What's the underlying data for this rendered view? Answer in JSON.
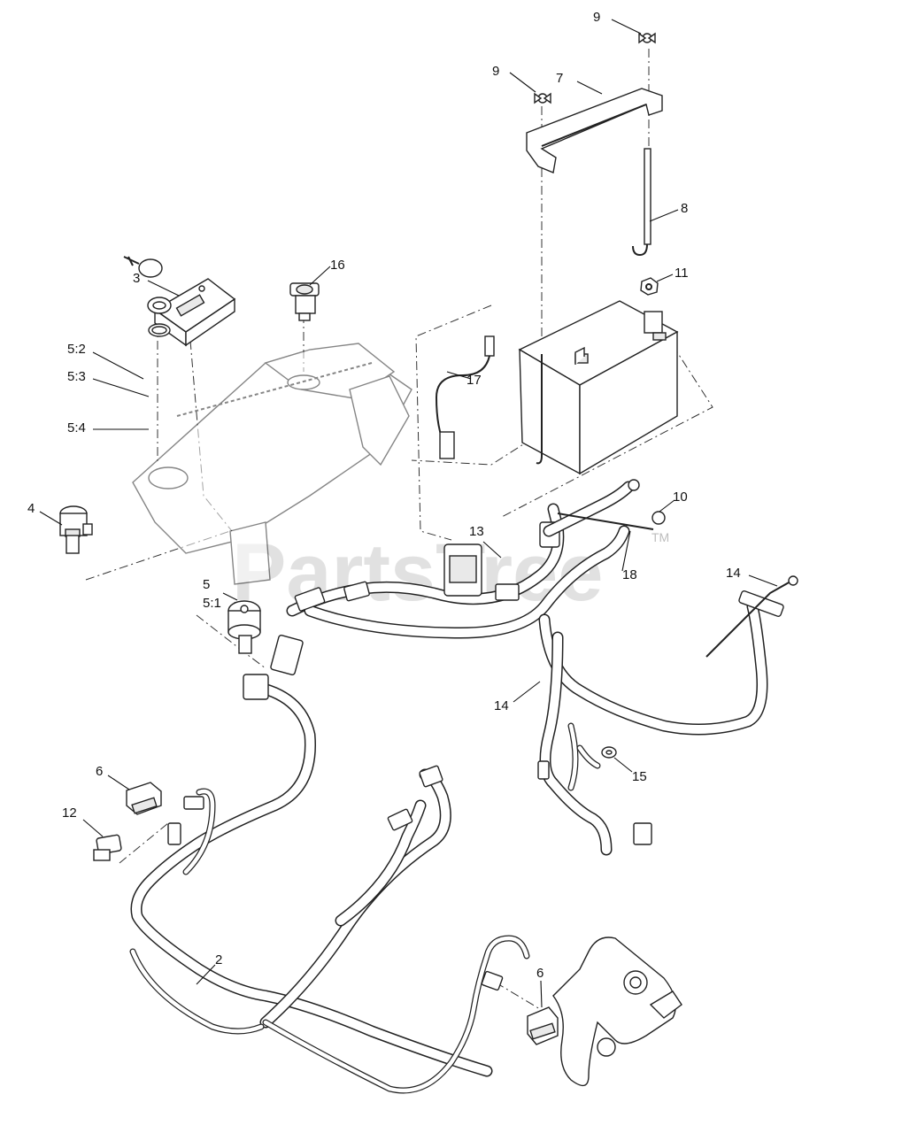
{
  "watermark": {
    "text": "PartsTree",
    "trademark": "TM"
  },
  "callouts": [
    {
      "id": "9a",
      "label": "9"
    },
    {
      "id": "9b",
      "label": "9"
    },
    {
      "id": "7",
      "label": "7"
    },
    {
      "id": "8",
      "label": "8"
    },
    {
      "id": "11",
      "label": "11"
    },
    {
      "id": "16",
      "label": "16"
    },
    {
      "id": "3",
      "label": "3"
    },
    {
      "id": "5-2",
      "label": "5:2"
    },
    {
      "id": "5-3",
      "label": "5:3"
    },
    {
      "id": "5-4",
      "label": "5:4"
    },
    {
      "id": "17",
      "label": "17"
    },
    {
      "id": "4",
      "label": "4"
    },
    {
      "id": "10",
      "label": "10"
    },
    {
      "id": "13",
      "label": "13"
    },
    {
      "id": "18",
      "label": "18"
    },
    {
      "id": "14a",
      "label": "14"
    },
    {
      "id": "5",
      "label": "5"
    },
    {
      "id": "5-1",
      "label": "5:1"
    },
    {
      "id": "14b",
      "label": "14"
    },
    {
      "id": "15",
      "label": "15"
    },
    {
      "id": "6a",
      "label": "6"
    },
    {
      "id": "12",
      "label": "12"
    },
    {
      "id": "2",
      "label": "2"
    },
    {
      "id": "6b",
      "label": "6"
    }
  ]
}
